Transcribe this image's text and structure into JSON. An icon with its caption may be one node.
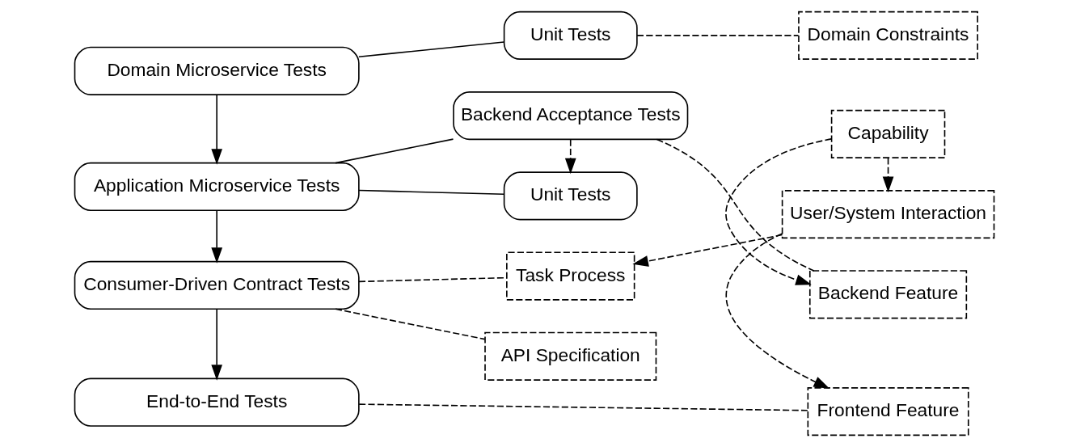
{
  "diagram": {
    "nodes": [
      {
        "text": [
          "Domain Microservice Tests"
        ]
      },
      {
        "text": [
          "Unit Tests"
        ]
      },
      {
        "text": [
          "Domain Constraints"
        ]
      },
      {
        "text": [
          "Application Microservice Tests"
        ]
      },
      {
        "text": [
          "Backend Acceptance Tests"
        ]
      },
      {
        "text": [
          "Backend Feature"
        ]
      },
      {
        "text": [
          "Unit Tests"
        ]
      },
      {
        "text": [
          "Capability"
        ]
      },
      {
        "text": [
          "Consumer-Driven Contract Tests"
        ]
      },
      {
        "text": [
          "Task Process"
        ]
      },
      {
        "text": [
          "User/System Interaction"
        ]
      },
      {
        "text": [
          "API Specification"
        ]
      },
      {
        "text": [
          "End-to-End Tests"
        ]
      },
      {
        "text": [
          "Frontend Feature"
        ]
      }
    ],
    "edges": [
      {
        "from": 0,
        "to": 3,
        "arrow": "to"
      },
      {
        "from": 0,
        "to": 1,
        "arrow": "none"
      },
      {
        "from": 1,
        "to": 2,
        "arrow": "none",
        "style": "dashed"
      },
      {
        "from": 3,
        "to": 4,
        "arrow": "none"
      },
      {
        "from": 3,
        "to": 6,
        "arrow": "none"
      },
      {
        "from": 4,
        "to": 6,
        "arrow": "to",
        "style": "dashed"
      },
      {
        "from": 4,
        "to": 5,
        "arrow": "none",
        "style": "dashed"
      },
      {
        "from": 7,
        "to": 5,
        "arrow": "to",
        "style": "dashed"
      },
      {
        "from": 7,
        "to": 10,
        "arrow": "to",
        "style": "dashed"
      },
      {
        "from": 10,
        "to": 9,
        "arrow": "to",
        "style": "dashed"
      },
      {
        "from": 10,
        "to": 13,
        "arrow": "to",
        "style": "dashed"
      },
      {
        "from": 8,
        "to": 9,
        "arrow": "none",
        "style": "dashed"
      },
      {
        "from": 8,
        "to": 11,
        "arrow": "none",
        "style": "dashed"
      },
      {
        "from": 3,
        "to": 8,
        "arrow": "to"
      },
      {
        "from": 8,
        "to": 12,
        "arrow": "to"
      },
      {
        "from": 12,
        "to": 13,
        "arrow": "none",
        "style": "dashed"
      }
    ]
  }
}
